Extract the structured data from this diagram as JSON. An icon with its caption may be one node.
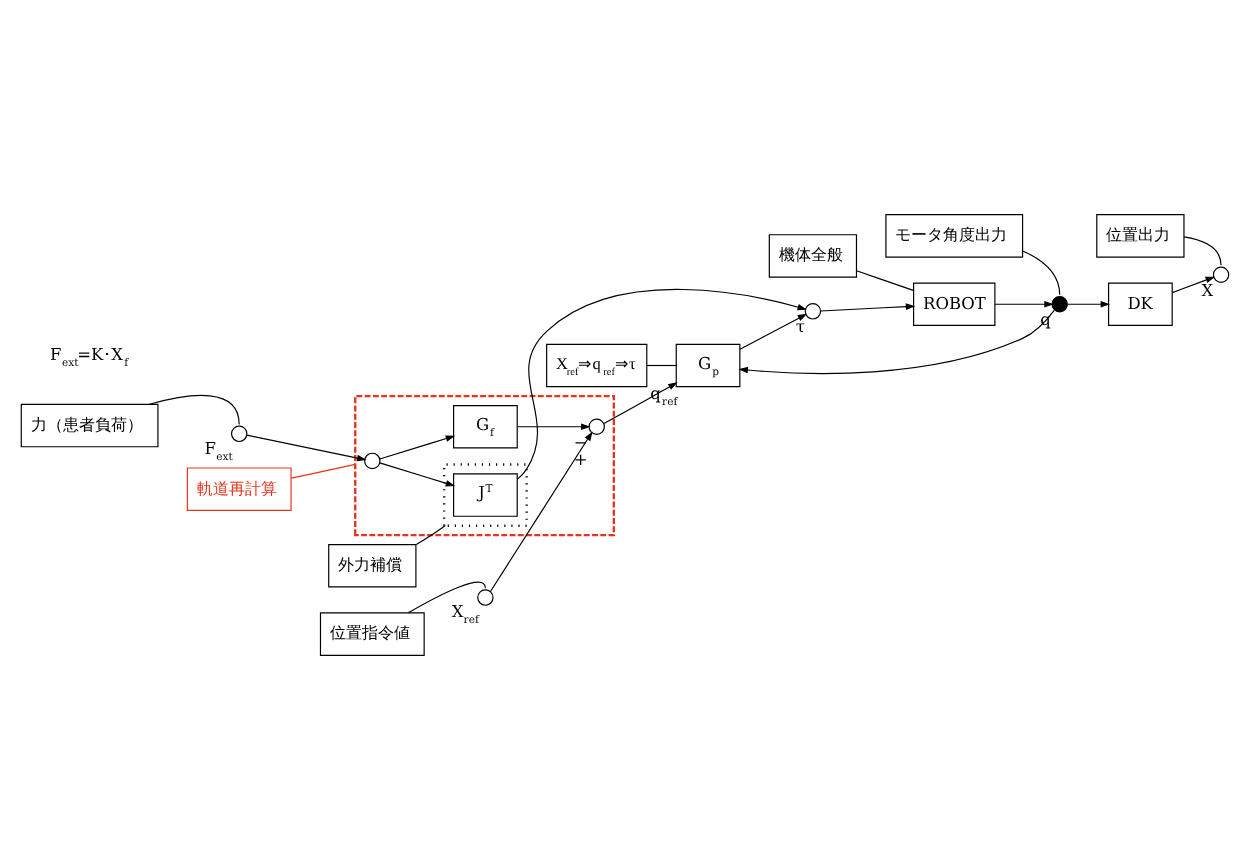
{
  "diagram": {
    "nodes": [
      {
        "text": [
          "力（患者負荷）"
        ]
      },
      {
        "text": [],
        "shape": "circle",
        "beside": [
          "F$_{ext}$"
        ]
      },
      {
        "text": [
          "軌道再計算"
        ]
      },
      {
        "text": [],
        "shape": "box"
      },
      {
        "text": [],
        "shape": "circle",
        "in": 3
      },
      {
        "text": [
          "G$_{f}$"
        ],
        "in": 3
      },
      {
        "text": [],
        "shape": "box",
        "in": 3
      },
      {
        "text": [
          "J$^{T}$"
        ],
        "in": 6
      },
      {
        "text": [],
        "shape": "circle",
        "in": 3,
        "beside": [
          "−",
          "+"
        ]
      },
      {
        "text": [
          "外力補償"
        ]
      },
      {
        "text": [
          "機体全般"
        ]
      },
      {
        "text": [
          "モータ角度出力"
        ]
      },
      {
        "text": [],
        "shape": "circle",
        "beside": [
          "X$_{ref}$"
        ]
      },
      {
        "text": [
          "G$_{p}$"
        ],
        "beside": [
          "q$_{ref}$"
        ]
      },
      {
        "text": [],
        "shape": "circle",
        "beside": [
          "τ"
        ]
      },
      {
        "text": [
          "ROBOT"
        ]
      },
      {
        "text": [],
        "shape": "circle",
        "beside": [
          "q"
        ]
      },
      {
        "text": [
          "DK"
        ]
      },
      {
        "text": [],
        "shape": "circle",
        "beside": [
          "X"
        ]
      },
      {
        "text": [
          "位置指令値"
        ]
      },
      {
        "text": [
          "X$_{ref}$⇒q$_{ref}$⇒τ"
        ]
      },
      {
        "text": [
          "位置出力"
        ]
      }
    ],
    "edges": [
      {
        "from": 1,
        "to": 4,
        "arrow": "to"
      },
      {
        "from": 4,
        "to": 5,
        "arrow": "to"
      },
      {
        "from": 4,
        "to": 7,
        "arrow": "to"
      },
      {
        "from": 5,
        "to": 8,
        "arrow": "to"
      },
      {
        "from": 7,
        "to": 14,
        "arrow": "to"
      },
      {
        "from": 12,
        "to": 8,
        "arrow": "to"
      },
      {
        "from": 8,
        "to": 13,
        "arrow": "to"
      },
      {
        "from": 13,
        "to": 14,
        "arrow": "to"
      },
      {
        "from": 14,
        "to": 15,
        "arrow": "to"
      },
      {
        "from": 15,
        "to": 16,
        "arrow": "to"
      },
      {
        "from": 16,
        "to": 17,
        "arrow": "to"
      },
      {
        "from": 17,
        "to": 18,
        "arrow": "to"
      },
      {
        "from": 16,
        "to": 13,
        "arrow": "to"
      },
      {
        "from": 0,
        "to": 1,
        "arrow": "none"
      },
      {
        "from": 2,
        "to": 3,
        "arrow": "none",
        "color": "#e8341c"
      },
      {
        "from": 9,
        "to": 6,
        "arrow": "none"
      },
      {
        "from": 10,
        "to": 15,
        "arrow": "none"
      },
      {
        "from": 11,
        "to": 16,
        "arrow": "none"
      },
      {
        "from": 19,
        "to": 12,
        "arrow": "none"
      },
      {
        "from": 20,
        "to": 13,
        "arrow": "none"
      },
      {
        "from": 21,
        "to": 18,
        "arrow": "none"
      }
    ],
    "labels": [
      "F$_{ext}$=K･X$_{f}$"
    ]
  }
}
